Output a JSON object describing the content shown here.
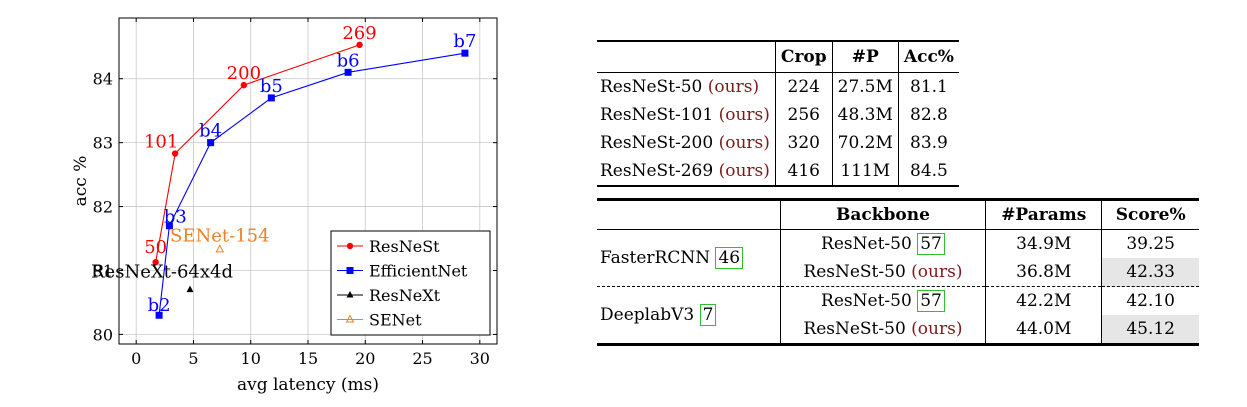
{
  "chart_data": {
    "type": "line",
    "xlabel": "avg latency (ms)",
    "ylabel": "acc %",
    "xlim": [
      -1.5,
      31.5
    ],
    "ylim": [
      79.85,
      84.95
    ],
    "xticks": [
      "0",
      "5",
      "10",
      "15",
      "20",
      "25",
      "30"
    ],
    "yticks": [
      "80",
      "81",
      "82",
      "83",
      "84"
    ],
    "grid": true,
    "legend_position": "bottom-right",
    "series": [
      {
        "name": "ResNeSt",
        "color": "#ff0000",
        "marker": "circle",
        "x": [
          1.7,
          3.4,
          9.4,
          19.5
        ],
        "y": [
          81.13,
          82.83,
          83.9,
          84.53
        ],
        "labels": [
          "50",
          "101",
          "200",
          "269"
        ]
      },
      {
        "name": "EfficientNet",
        "color": "#0000ff",
        "marker": "square",
        "x": [
          2.0,
          2.9,
          6.5,
          11.8,
          18.5,
          28.7
        ],
        "y": [
          80.3,
          81.7,
          83.0,
          83.7,
          84.1,
          84.4
        ],
        "labels": [
          "b2",
          "b3",
          "b4",
          "b5",
          "b6",
          "b7"
        ]
      },
      {
        "name": "ResNeXt",
        "color": "#000000",
        "marker": "triangle",
        "x": [
          4.7
        ],
        "y": [
          80.7
        ],
        "labels": [
          "ResNeXt-64x4d"
        ]
      },
      {
        "name": "SENet",
        "color": "#f08020",
        "marker": "triangle-open",
        "x": [
          7.3
        ],
        "y": [
          81.33
        ],
        "labels": [
          "SENet-154"
        ]
      }
    ]
  },
  "table1": {
    "headers": [
      "",
      "Crop",
      "#P",
      "Acc%"
    ],
    "rows": [
      {
        "model": "ResNeSt-50",
        "ours": "(ours)",
        "crop": "224",
        "params": "27.5M",
        "acc": "81.1"
      },
      {
        "model": "ResNeSt-101",
        "ours": "(ours)",
        "crop": "256",
        "params": "48.3M",
        "acc": "82.8"
      },
      {
        "model": "ResNeSt-200",
        "ours": "(ours)",
        "crop": "320",
        "params": "70.2M",
        "acc": "83.9"
      },
      {
        "model": "ResNeSt-269",
        "ours": "(ours)",
        "crop": "416",
        "params": "111M",
        "acc": "84.5"
      }
    ]
  },
  "table2": {
    "headers": [
      "",
      "Backbone",
      "#Params",
      "Score%"
    ],
    "groups": [
      {
        "method": "FasterRCNN",
        "cite": "46",
        "rows": [
          {
            "backbone": "ResNet-50",
            "cite": "57",
            "ours": "",
            "params": "34.9M",
            "score": "39.25"
          },
          {
            "backbone": "ResNeSt-50",
            "cite": "",
            "ours": "(ours)",
            "params": "36.8M",
            "score": "42.33"
          }
        ]
      },
      {
        "method": "DeeplabV3",
        "cite": "7",
        "rows": [
          {
            "backbone": "ResNet-50",
            "cite": "57",
            "ours": "",
            "params": "42.2M",
            "score": "42.10"
          },
          {
            "backbone": "ResNeSt-50",
            "cite": "",
            "ours": "(ours)",
            "params": "44.0M",
            "score": "45.12"
          }
        ]
      }
    ]
  }
}
